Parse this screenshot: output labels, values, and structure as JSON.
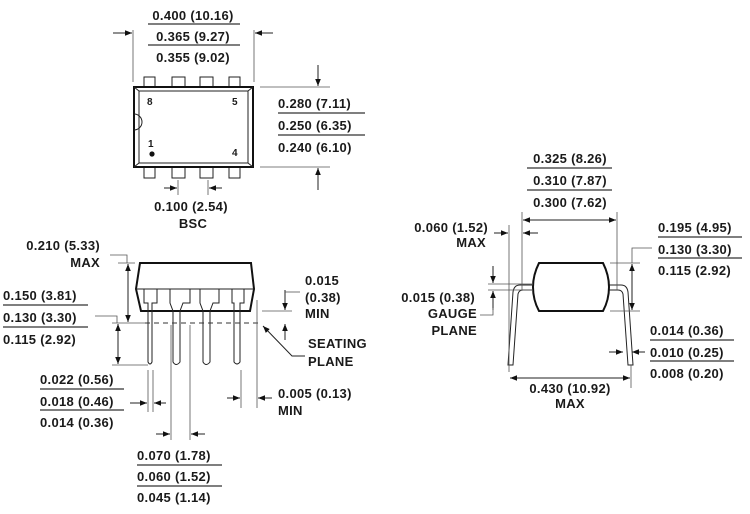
{
  "top_view": {
    "length": [
      "0.400 (10.16)",
      "0.365 (9.27)",
      "0.355 (9.02)"
    ],
    "width": [
      "0.280 (7.11)",
      "0.250 (6.35)",
      "0.240 (6.10)"
    ],
    "pin_labels": {
      "pin8": "8",
      "pin5": "5",
      "pin1": "1",
      "pin4": "4"
    },
    "pitch": [
      "0.100 (2.54)",
      "BSC"
    ]
  },
  "side_view": {
    "height_max": [
      "0.210 (5.33)",
      "MAX"
    ],
    "lead_length": [
      "0.150 (3.81)",
      "0.130 (3.30)",
      "0.115 (2.92)"
    ],
    "standoff": [
      "0.015",
      "(0.38)",
      "MIN"
    ],
    "seating_plane": [
      "SEATING",
      "PLANE"
    ],
    "lead_width": [
      "0.022 (0.56)",
      "0.018 (0.46)",
      "0.014 (0.36)"
    ],
    "shoulder_width": [
      "0.070 (1.78)",
      "0.060 (1.52)",
      "0.045 (1.14)"
    ],
    "end_clearance": [
      "0.005 (0.13)",
      "MIN"
    ]
  },
  "end_view": {
    "row_spacing": [
      "0.325 (8.26)",
      "0.310 (7.87)",
      "0.300 (7.62)"
    ],
    "body_offset": [
      "0.060 (1.52)",
      "MAX"
    ],
    "body_height": [
      "0.195 (4.95)",
      "0.130 (3.30)",
      "0.115 (2.92)"
    ],
    "gauge_plane": [
      "0.015 (0.38)",
      "GAUGE",
      "PLANE"
    ],
    "lead_thickness": [
      "0.014 (0.36)",
      "0.010 (0.25)",
      "0.008 (0.20)"
    ],
    "overall_width": [
      "0.430 (10.92)",
      "MAX"
    ]
  }
}
